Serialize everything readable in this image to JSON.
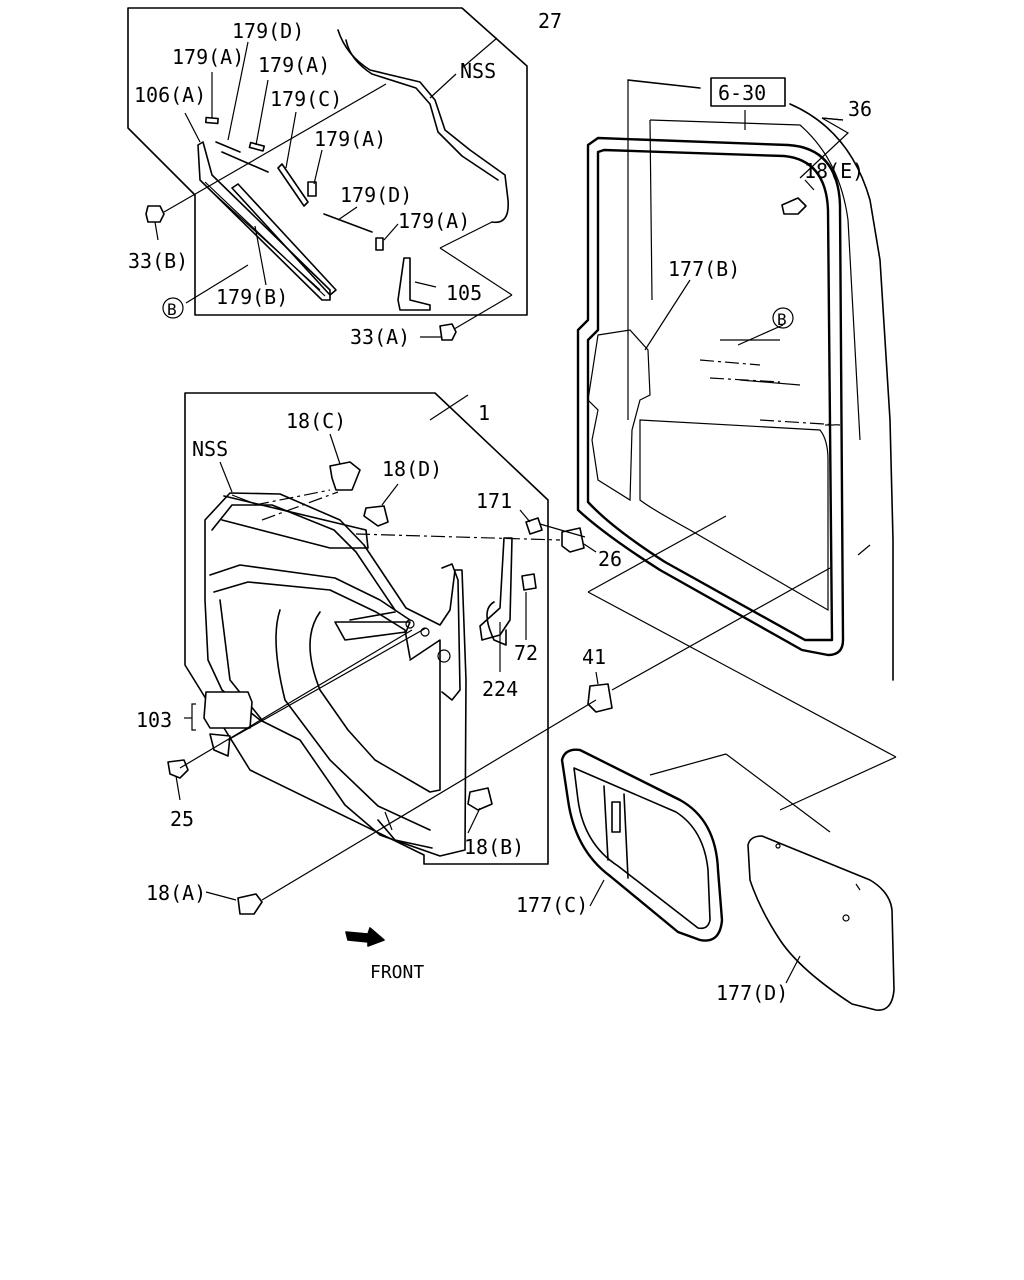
{
  "labels": {
    "l27": "27",
    "l179D_1": "179(D)",
    "l179A_1": "179(A)",
    "l179A_2": "179(A)",
    "lNSS_1": "NSS",
    "l106A": "106(A)",
    "l179C": "179(C)",
    "l179A_3": "179(A)",
    "l179D_2": "179(D)",
    "l179A_4": "179(A)",
    "l33B": "33(B)",
    "lB_1": "B",
    "l179B": "179(B)",
    "l105": "105",
    "l33A": "33(A)",
    "l6_30": "6-30",
    "l36": "36",
    "l18E": "18(E)",
    "l177B": "177(B)",
    "lB_2": "B",
    "l1": "1",
    "l18C": "18(C)",
    "lNSS_2": "NSS",
    "l18D": "18(D)",
    "l171": "171",
    "l26": "26",
    "l72": "72",
    "l224": "224",
    "l41": "41",
    "l103": "103",
    "l25": "25",
    "l18B": "18(B)",
    "l18A": "18(A)",
    "l177C": "177(C)",
    "lFRONT": "FRONT",
    "l177D": "177(D)"
  }
}
